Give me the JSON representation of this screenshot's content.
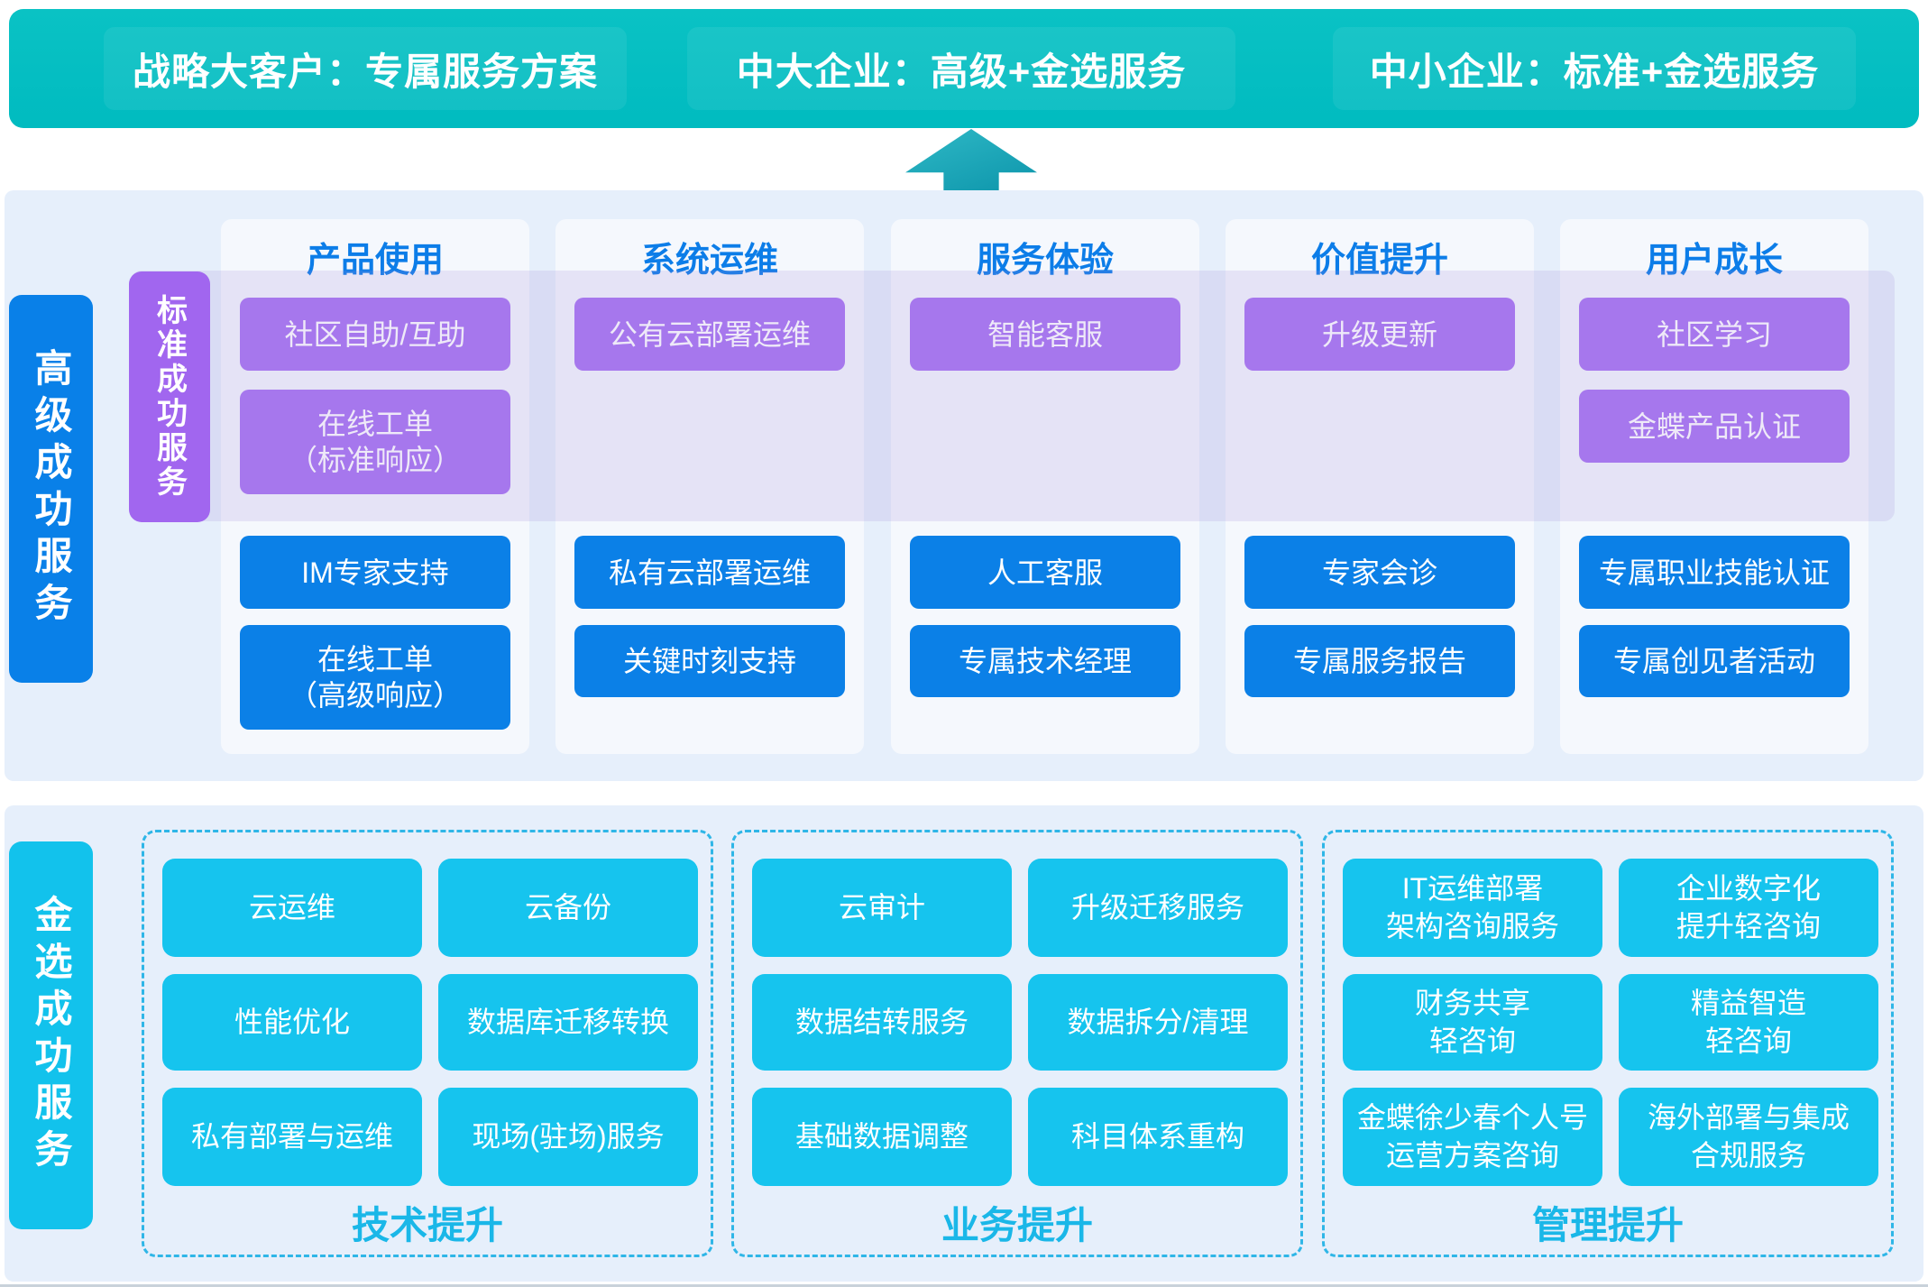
{
  "banner": {
    "segments": [
      {
        "label": "战略大客户：专属服务方案"
      },
      {
        "label": "中大企业：高级+金选服务"
      },
      {
        "label": "中小企业：标准+金选服务"
      }
    ]
  },
  "advanced_section": {
    "side_label": "高级成功服务",
    "standard_label": "标准成功服务",
    "columns": [
      {
        "header": "产品使用",
        "standard": [
          "社区自助/互助",
          "在线工单\n（标准响应）"
        ],
        "advanced": [
          "IM专家支持",
          "在线工单\n（高级响应）"
        ]
      },
      {
        "header": "系统运维",
        "standard": [
          "公有云部署运维"
        ],
        "advanced": [
          "私有云部署运维",
          "关键时刻支持"
        ]
      },
      {
        "header": "服务体验",
        "standard": [
          "智能客服"
        ],
        "advanced": [
          "人工客服",
          "专属技术经理"
        ]
      },
      {
        "header": "价值提升",
        "standard": [
          "升级更新"
        ],
        "advanced": [
          "专家会诊",
          "专属服务报告"
        ]
      },
      {
        "header": "用户成长",
        "standard": [
          "社区学习",
          "金蝶产品认证"
        ],
        "advanced": [
          "专属职业技能认证",
          "专属创见者活动"
        ]
      }
    ]
  },
  "featured_section": {
    "side_label": "金选成功服务",
    "groups": [
      {
        "label": "技术提升",
        "boxes": [
          "云运维",
          "云备份",
          "性能优化",
          "数据库迁移转换",
          "私有部署与运维",
          "现场(驻场)服务"
        ]
      },
      {
        "label": "业务提升",
        "boxes": [
          "云审计",
          "升级迁移服务",
          "数据结转服务",
          "数据拆分/清理",
          "基础数据调整",
          "科目体系重构"
        ]
      },
      {
        "label": "管理提升",
        "boxes": [
          "IT运维部署\n架构咨询服务",
          "企业数字化\n提升轻咨询",
          "财务共享\n轻咨询",
          "精益智造\n轻咨询",
          "金蝶徐少春个人号\n运营方案咨询",
          "海外部署与集成\n合规服务"
        ]
      }
    ]
  },
  "colors": {
    "banner_teal": "#00bbc0",
    "arrow_teal": "#0d95ab",
    "section_bg": "#e6effb",
    "advanced_blue": "#0b80e7",
    "standard_purple": "#a875f2",
    "featured_cyan": "#16c4ee",
    "header_blue": "#0c7de8",
    "group_label_cyan": "#1ab7e8"
  }
}
